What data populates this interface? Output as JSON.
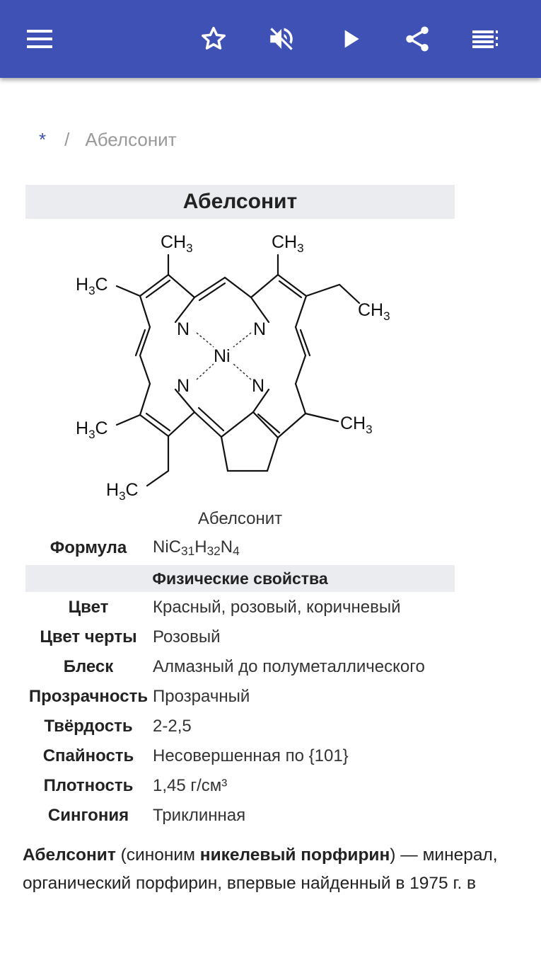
{
  "appbar": {
    "color": "#3f51b5",
    "icons": [
      "menu-icon",
      "star-icon",
      "volume-off-icon",
      "play-icon",
      "share-icon",
      "playlist-icon"
    ]
  },
  "breadcrumb": {
    "home": "*",
    "separator": "/",
    "current": "Абелсонит"
  },
  "infobox": {
    "title": "Абелсонит",
    "structure_labels": {
      "ch3": "CH",
      "h3c": "H",
      "h3c_c": "C",
      "sub3": "3",
      "n": "N",
      "ni": "Ni"
    },
    "caption": "Абелсонит",
    "formula_label": "Формула",
    "formula": {
      "ni": "NiC",
      "c": "31",
      "h": "H",
      "h_n": "32",
      "n": "N",
      "n_n": "4"
    },
    "section": "Физические свойства",
    "properties": [
      {
        "key": "Цвет",
        "value": "Красный, розовый, коричневый"
      },
      {
        "key": "Цвет черты",
        "value": "Розовый"
      },
      {
        "key": "Блеск",
        "value": "Алмазный до полуметаллического"
      },
      {
        "key": "Прозрачность",
        "value": "Прозрачный"
      },
      {
        "key": "Твёрдость",
        "value": "2-2,5"
      },
      {
        "key": "Спайность",
        "value": "Несовершенная по {101}"
      },
      {
        "key": "Плотность",
        "value": "1,45 г/см³"
      },
      {
        "key": "Сингония",
        "value": "Триклинная"
      }
    ]
  },
  "article": {
    "b1": "Абелсонит",
    "t1": " (синоним ",
    "b2": "никелевый порфирин",
    "t2": ") — минерал, органический порфирин, впервые найденный в 1975 г. в"
  }
}
